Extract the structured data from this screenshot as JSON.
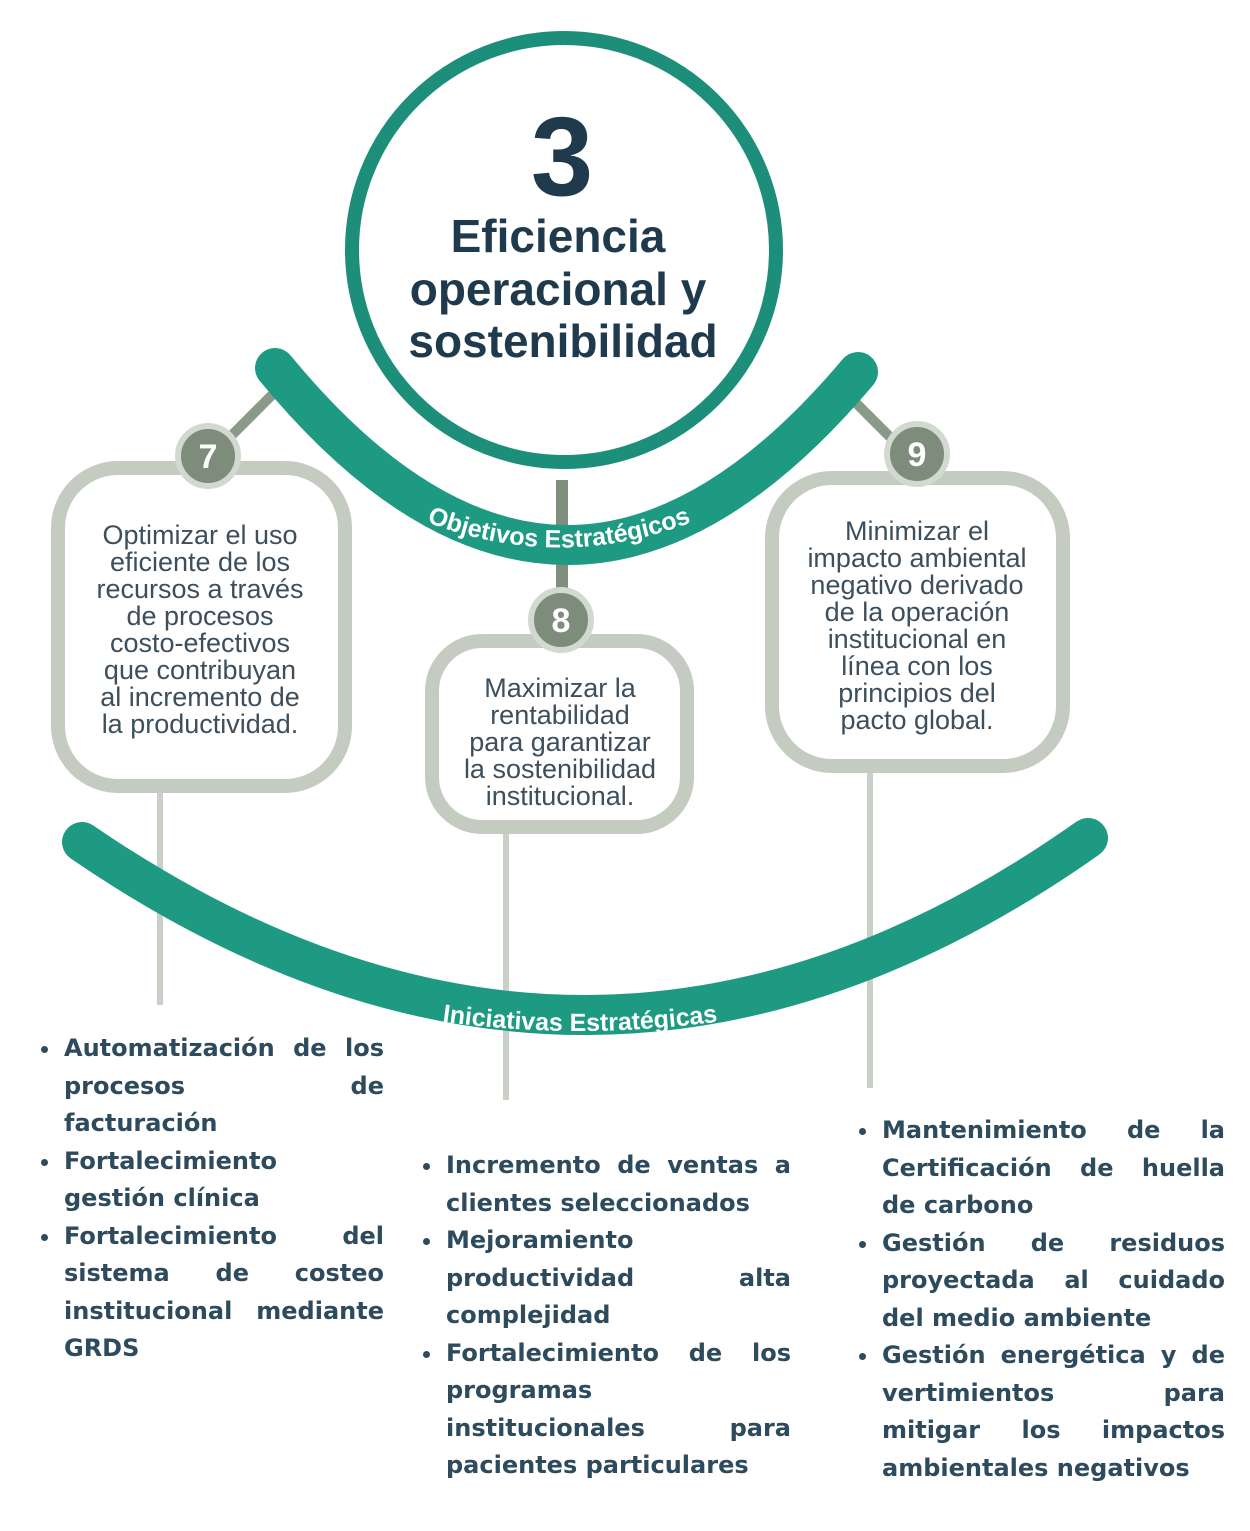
{
  "colors": {
    "teal": "#1f9a82",
    "teal_dark": "#157a67",
    "grey_green": "#8a9a88",
    "grey_light": "#c9d1c6",
    "text_dark": "#1f3a4d",
    "text_box": "#3d4f5c"
  },
  "pillar": {
    "number": "3",
    "title_lines": [
      "Eficiencia",
      "operacional y",
      "sostenibilidad"
    ]
  },
  "arcs": {
    "objectives_label": "Objetivos Estratégicos",
    "initiatives_label": "Iniciativas Estratégicas"
  },
  "objectives": [
    {
      "number": "7",
      "lines": [
        "Optimizar el uso",
        "eficiente de los",
        "recursos a través",
        "de procesos",
        "costo-efectivos",
        "que contribuyan",
        "al incremento de",
        "la productividad."
      ]
    },
    {
      "number": "8",
      "lines": [
        "Maximizar la",
        "rentabilidad",
        "para garantizar",
        "la sostenibilidad",
        "institucional."
      ]
    },
    {
      "number": "9",
      "lines": [
        "Minimizar el",
        "impacto ambiental",
        "negativo derivado",
        "de la operación",
        "institucional en",
        "línea con los",
        "principios del",
        "pacto global."
      ]
    }
  ],
  "initiatives": {
    "col7": [
      "Automatización de los procesos de facturación",
      "Fortalecimiento gestión clínica",
      "Fortalecimiento del sistema de costeo institucional mediante GRDS"
    ],
    "col8": [
      "Incremento de ventas a clientes seleccionados",
      "Mejoramiento productividad alta complejidad",
      "Fortalecimiento de los programas institucionales para pacientes particulares"
    ],
    "col9": [
      "Mantenimiento de la Certificación de huella de carbono",
      "Gestión de residuos proyectada al cuidado del medio ambiente",
      "Gestión energética y de vertimientos para mitigar los impactos ambientales negativos"
    ]
  }
}
